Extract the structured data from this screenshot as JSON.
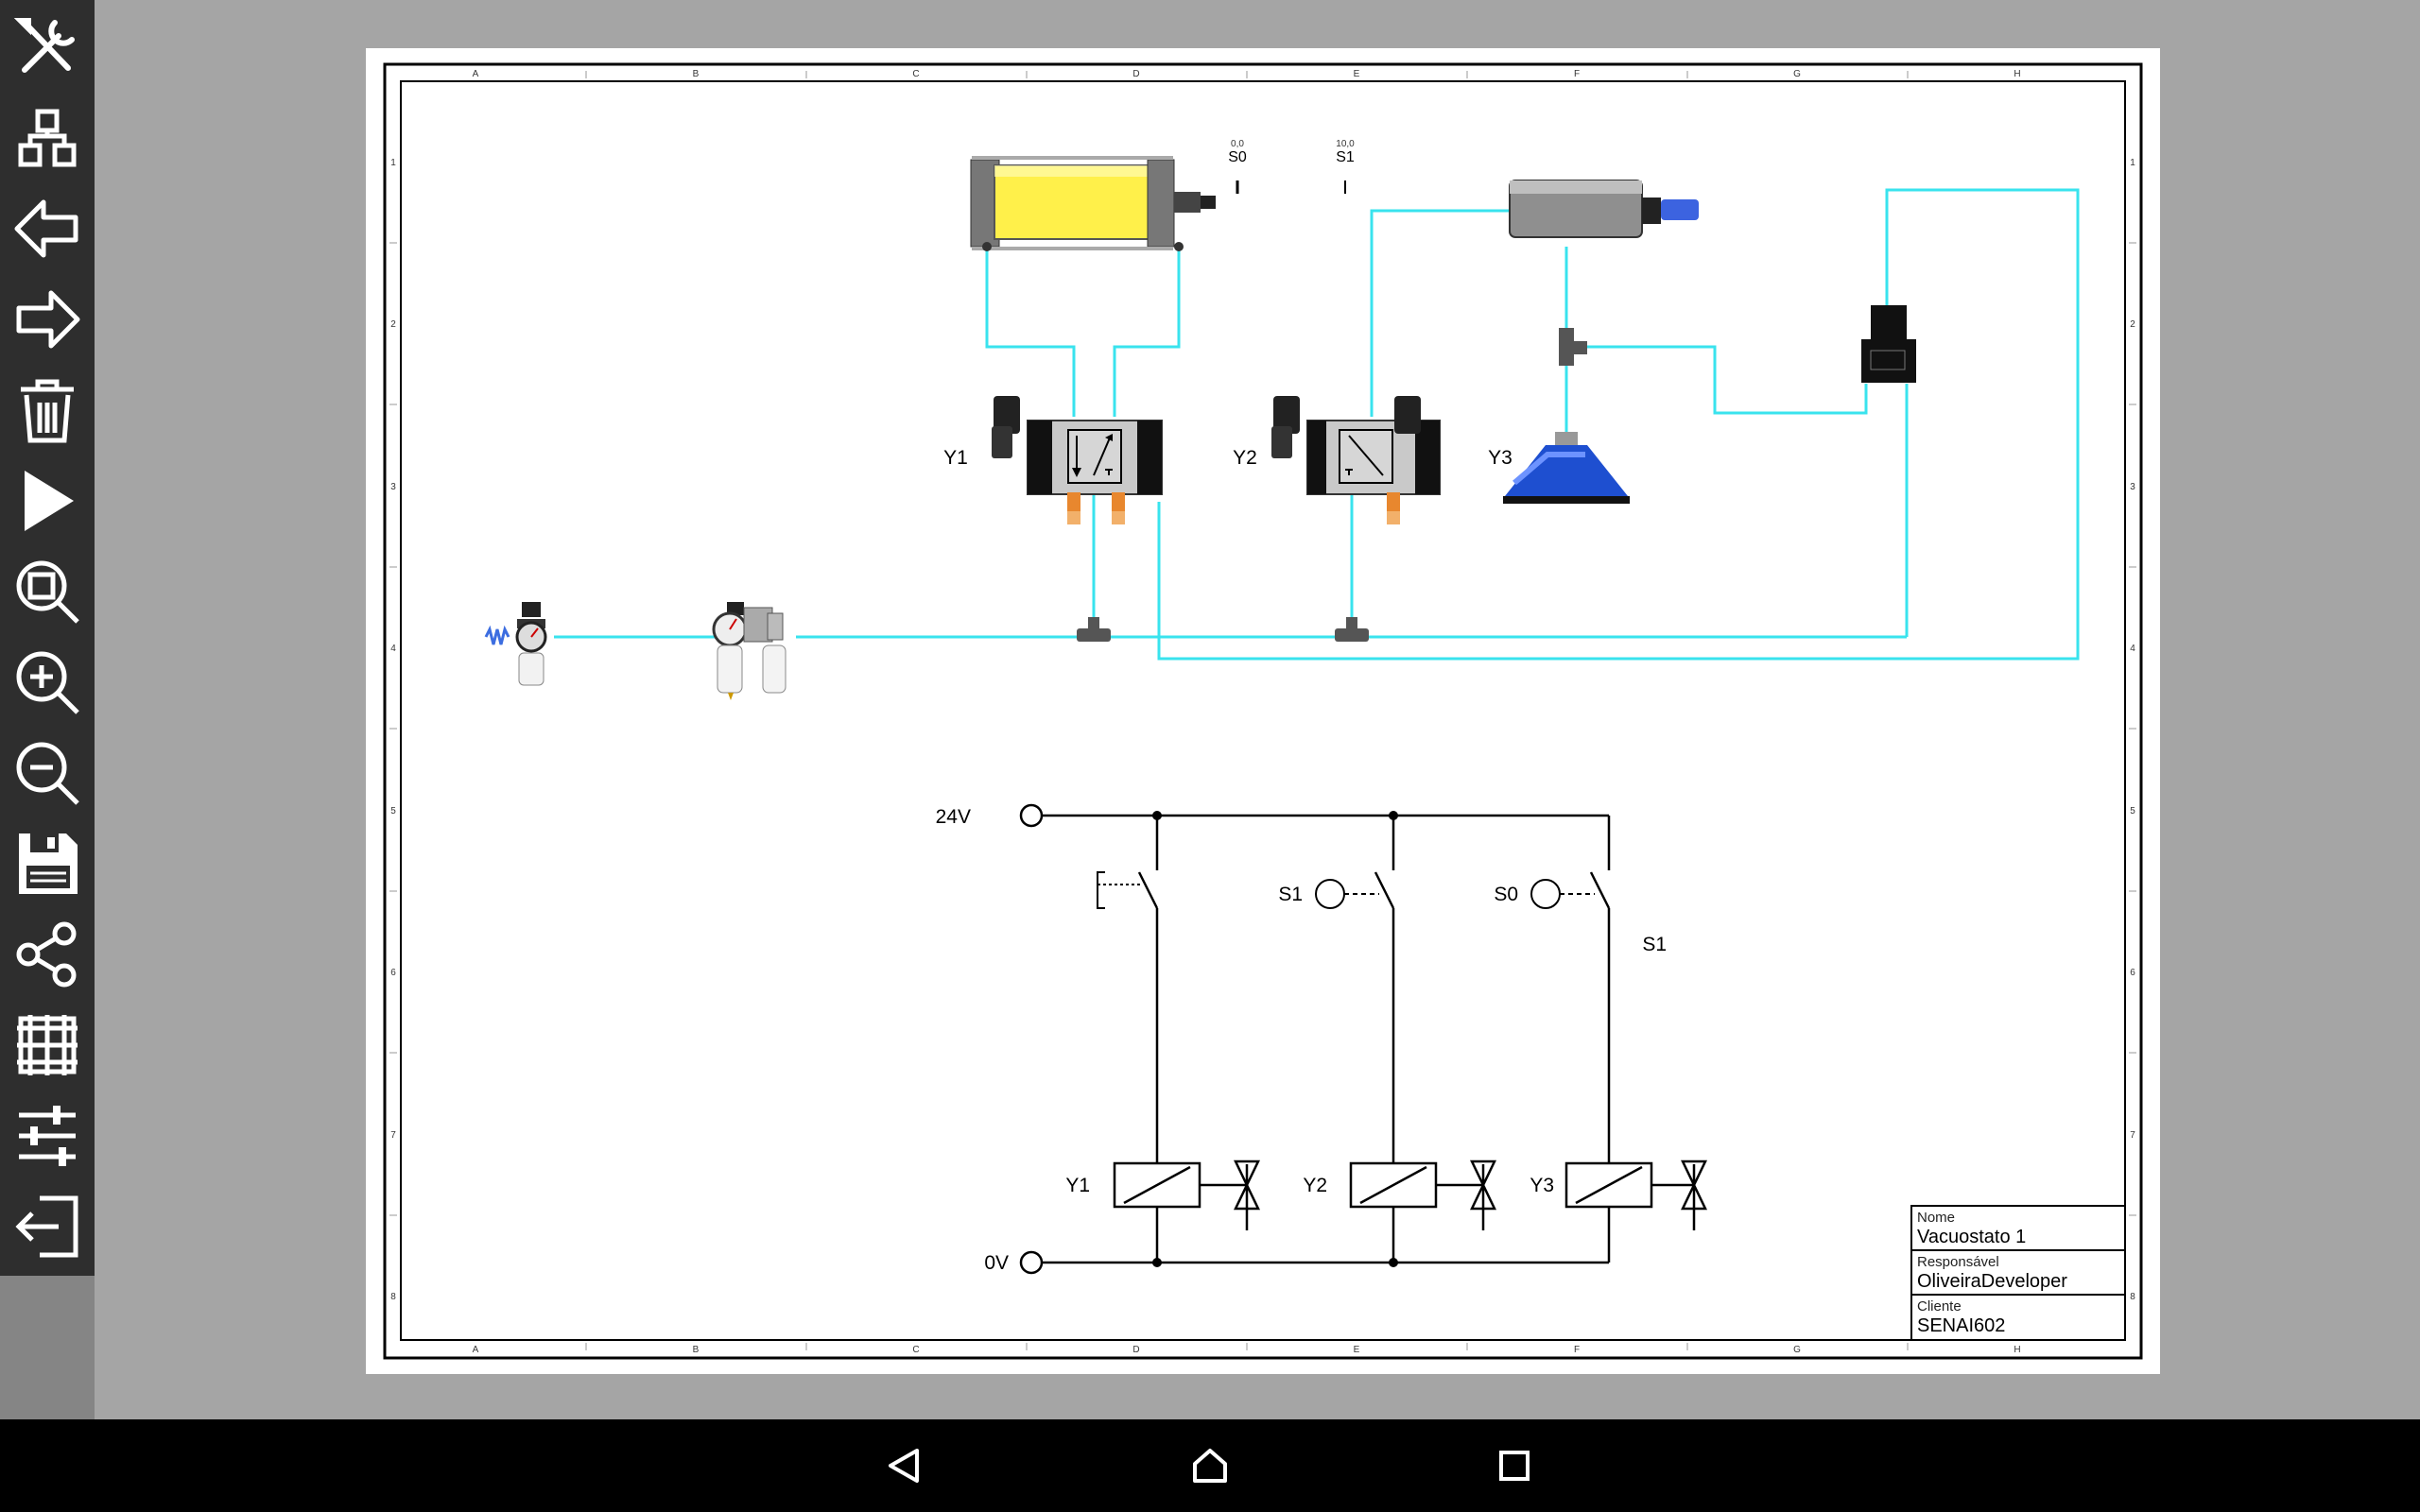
{
  "toolbar": {
    "items": [
      {
        "name": "tools-icon",
        "label": "Tools"
      },
      {
        "name": "connect-icon",
        "label": "Connect"
      },
      {
        "name": "undo-arrow-icon",
        "label": "Undo"
      },
      {
        "name": "redo-arrow-icon",
        "label": "Redo"
      },
      {
        "name": "trash-icon",
        "label": "Delete"
      },
      {
        "name": "play-icon",
        "label": "Simulate"
      },
      {
        "name": "zoom-fit-icon",
        "label": "Zoom fit"
      },
      {
        "name": "zoom-in-icon",
        "label": "Zoom in"
      },
      {
        "name": "zoom-out-icon",
        "label": "Zoom out"
      },
      {
        "name": "save-icon",
        "label": "Save"
      },
      {
        "name": "share-icon",
        "label": "Share"
      },
      {
        "name": "grid-icon",
        "label": "Grid"
      },
      {
        "name": "settings-sliders-icon",
        "label": "Settings"
      },
      {
        "name": "exit-icon",
        "label": "Exit"
      }
    ]
  },
  "frame": {
    "columns": [
      "A",
      "B",
      "C",
      "D",
      "E",
      "F",
      "G",
      "H"
    ],
    "rows": [
      "1",
      "2",
      "3",
      "4",
      "5",
      "6",
      "7",
      "8"
    ]
  },
  "pneumatic": {
    "sensor_s0": {
      "value": "0,0",
      "label": "S0"
    },
    "sensor_s1": {
      "value": "10,0",
      "label": "S1"
    },
    "valve_y1": "Y1",
    "valve_y2": "Y2",
    "valve_y3": "Y3"
  },
  "electrical": {
    "supply_label": "24V",
    "ground_label": "0V",
    "switch_s1": "S1",
    "switch_s0": "S0",
    "coil_y1": "Y1",
    "coil_y2": "Y2",
    "coil_y3": "Y3"
  },
  "title_block": {
    "name_label": "Nome",
    "name_value": "Vacuostato 1",
    "responsible_label": "Responsável",
    "responsible_value": "OliveiraDeveloper",
    "client_label": "Cliente",
    "client_value": "SENAI602"
  },
  "navbar": {
    "back": "back-icon",
    "home": "home-icon",
    "recents": "recents-icon"
  },
  "colors": {
    "pipe": "#39e3ee",
    "toolbar_bg": "#2e2e2e",
    "workspace_bg": "#a5a5a5",
    "cylinder_body": "#fff04a",
    "suction_cup": "#1e4fd0"
  }
}
